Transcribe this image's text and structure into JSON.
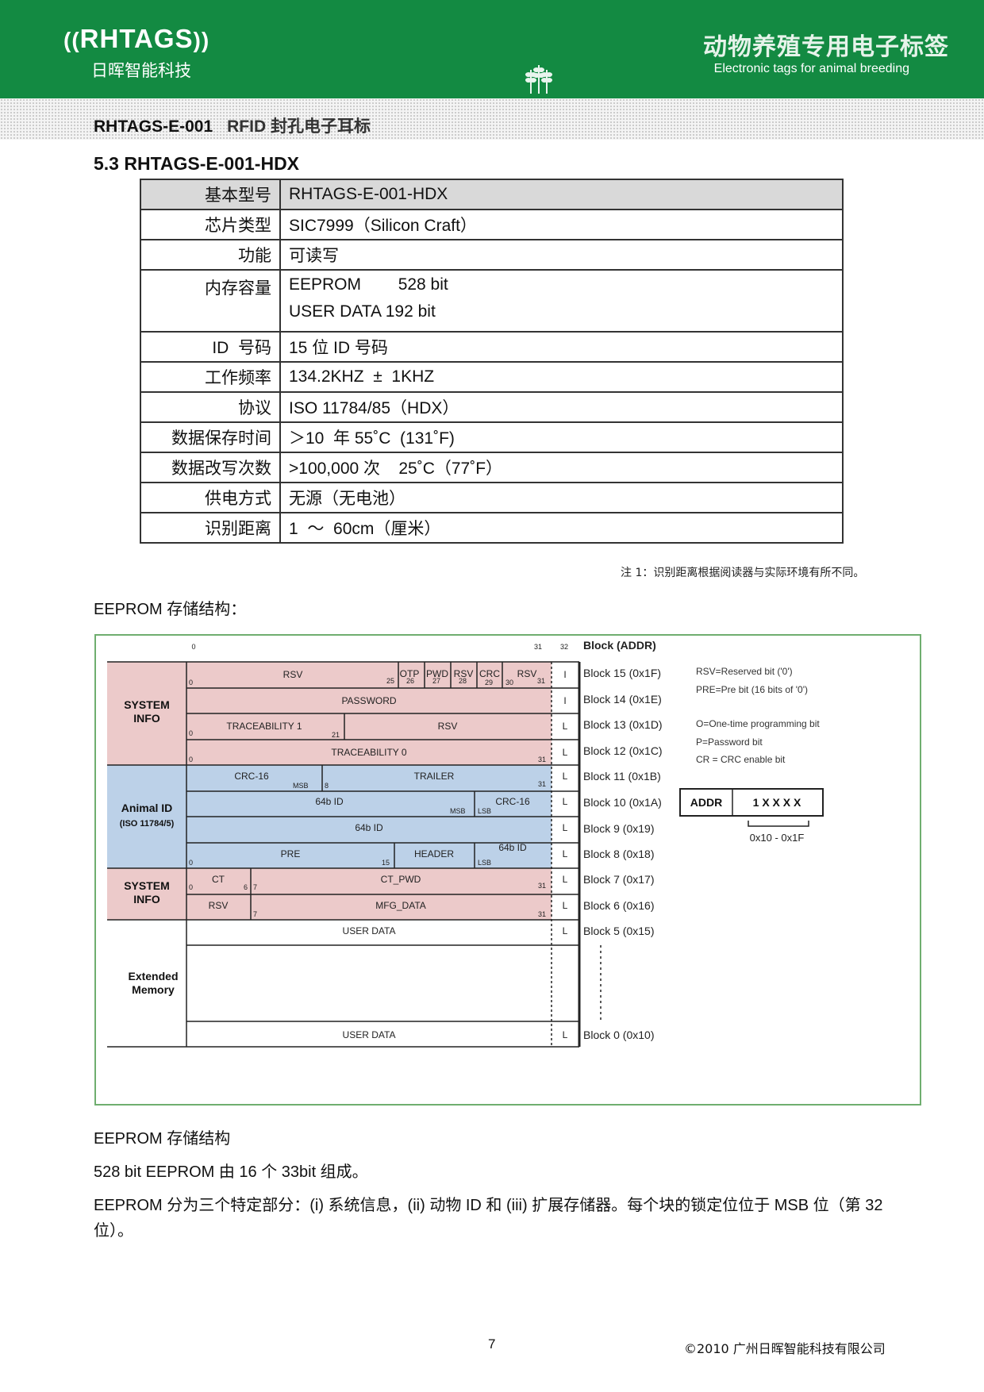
{
  "header": {
    "brand": "RHTAGS",
    "brand_sub": "日晖智能科技",
    "title": "动物养殖专用电子标签",
    "subtitle": "Electronic tags for animal breeding",
    "colors": {
      "band": "#138a42"
    }
  },
  "strip": {
    "product_code": "RHTAGS-E-001",
    "product_name": "RFID 封孔电子耳标"
  },
  "section_title": "5.3 RHTAGS-E-001-HDX",
  "spec": {
    "rows": [
      {
        "k": "基本型号",
        "v": "RHTAGS-E-001-HDX"
      },
      {
        "k": "芯片类型",
        "v": "SIC7999（Silicon Craft）"
      },
      {
        "k": "功能",
        "v": "可读写"
      },
      {
        "k": "内存容量",
        "v": "EEPROM        528 bit",
        "v2": "USER DATA 192 bit"
      },
      {
        "k": "ID  号码",
        "v": "15 位 ID  号码"
      },
      {
        "k": "工作频率",
        "v": "134.2KHZ  ±  1KHZ"
      },
      {
        "k": "协议",
        "v": "ISO 11784/85（HDX）"
      },
      {
        "k": "数据保存时间",
        "v": "＞10  年 55˚C  (131˚F)"
      },
      {
        "k": "数据改写次数",
        "v": ">100,000 次    25˚C（77˚F）"
      },
      {
        "k": "供电方式",
        "v": "无源（无电池）"
      },
      {
        "k": "识别距离",
        "v": "1  ～  60cm（厘米）"
      }
    ]
  },
  "note": "注 1：识别距离根据阅读器与实际环境有所不同。",
  "eeprom_title": "EEPROM 存储结构：",
  "diagram": {
    "top_bits": [
      "0",
      "31",
      "32"
    ],
    "block_header": "Block  (ADDR)",
    "groups": [
      "SYSTEM\nINFO",
      "Animal ID\n(ISO 11784/5)",
      "SYSTEM\nINFO",
      "Extended\nMemory"
    ],
    "blocks": [
      "Block 15 (0x1F)",
      "Block 14 (0x1E)",
      "Block 13 (0x1D)",
      "Block 12 (0x1C)",
      "Block 11 (0x1B)",
      "Block 10 (0x1A)",
      "Block 9   (0x19)",
      "Block 8   (0x18)",
      "Block 7   (0x17)",
      "Block 6   (0x16)",
      "Block 5   (0x15)",
      "Block 0   (0x10)"
    ],
    "legend": [
      "RSV=Reserved bit ('0')",
      "PRE=Pre bit (16 bits of '0')",
      "O=One-time programming bit",
      "P=Password bit",
      "CR = CRC enable bit"
    ],
    "addr_label": "ADDR",
    "addr_value": "1 X X X X",
    "addr_range": "0x10 - 0x1F",
    "colors": {
      "system": "#eccaca",
      "animal": "#bcd1e8",
      "border": "#6fae6f"
    }
  },
  "para1": "EEPROM  存储结构",
  "para2": "528 bit EEPROM 由 16 个 33bit 组成。",
  "para3": "EEPROM 分为三个特定部分：(i) 系统信息，(ii) 动物 ID 和 (iii) 扩展存储器。每个块的锁定位位于 MSB 位（第 32 位）。",
  "footer": {
    "page": "7",
    "copyright": "©2010  广州日晖智能科技有限公司"
  }
}
